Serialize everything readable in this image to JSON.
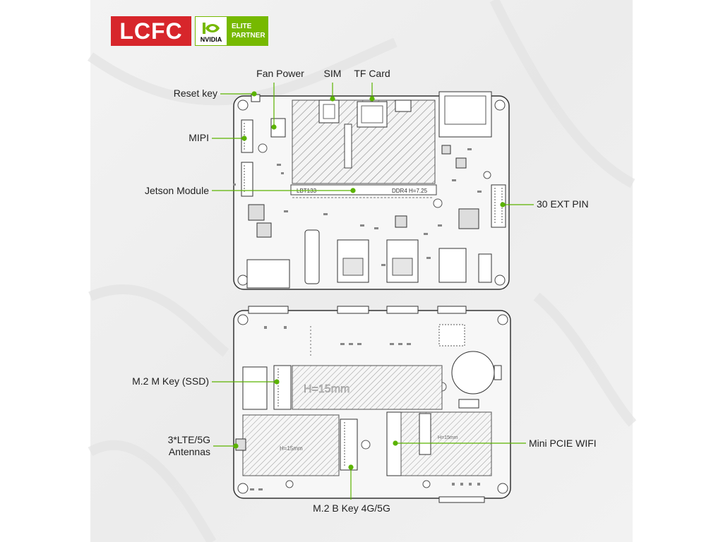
{
  "brand": {
    "lcfc": "LCFC",
    "nvidia": "NVIDIA",
    "elite_line1": "ELITE",
    "elite_line2": "PARTNER"
  },
  "colors": {
    "lcfc_red": "#d7262b",
    "nvidia_green": "#76b900",
    "callout_green": "#5bb300",
    "board_stroke": "#333333"
  },
  "top_board": {
    "callouts": {
      "fan_power": "Fan Power",
      "sim": "SIM",
      "tf_card": "TF Card",
      "reset_key": "Reset key",
      "mipi": "MIPI",
      "jetson_module": "Jetson Module",
      "ext_pin": "30 EXT PIN"
    },
    "silkscreen": {
      "module_mark": "DDR4 H=7.25",
      "module_rev": "LBT133"
    }
  },
  "bottom_board": {
    "callouts": {
      "m2_m_key": "M.2 M Key (SSD)",
      "lte_line1": "3*LTE/5G",
      "lte_line2": "Antennas",
      "mini_pcie": "Mini PCIE WIFI",
      "m2_b_key": "M.2 B Key 4G/5G"
    },
    "silkscreen": {
      "m2_area": "H=15mm",
      "b_area": "H=15mm",
      "wifi_area": "H=15mm"
    }
  }
}
